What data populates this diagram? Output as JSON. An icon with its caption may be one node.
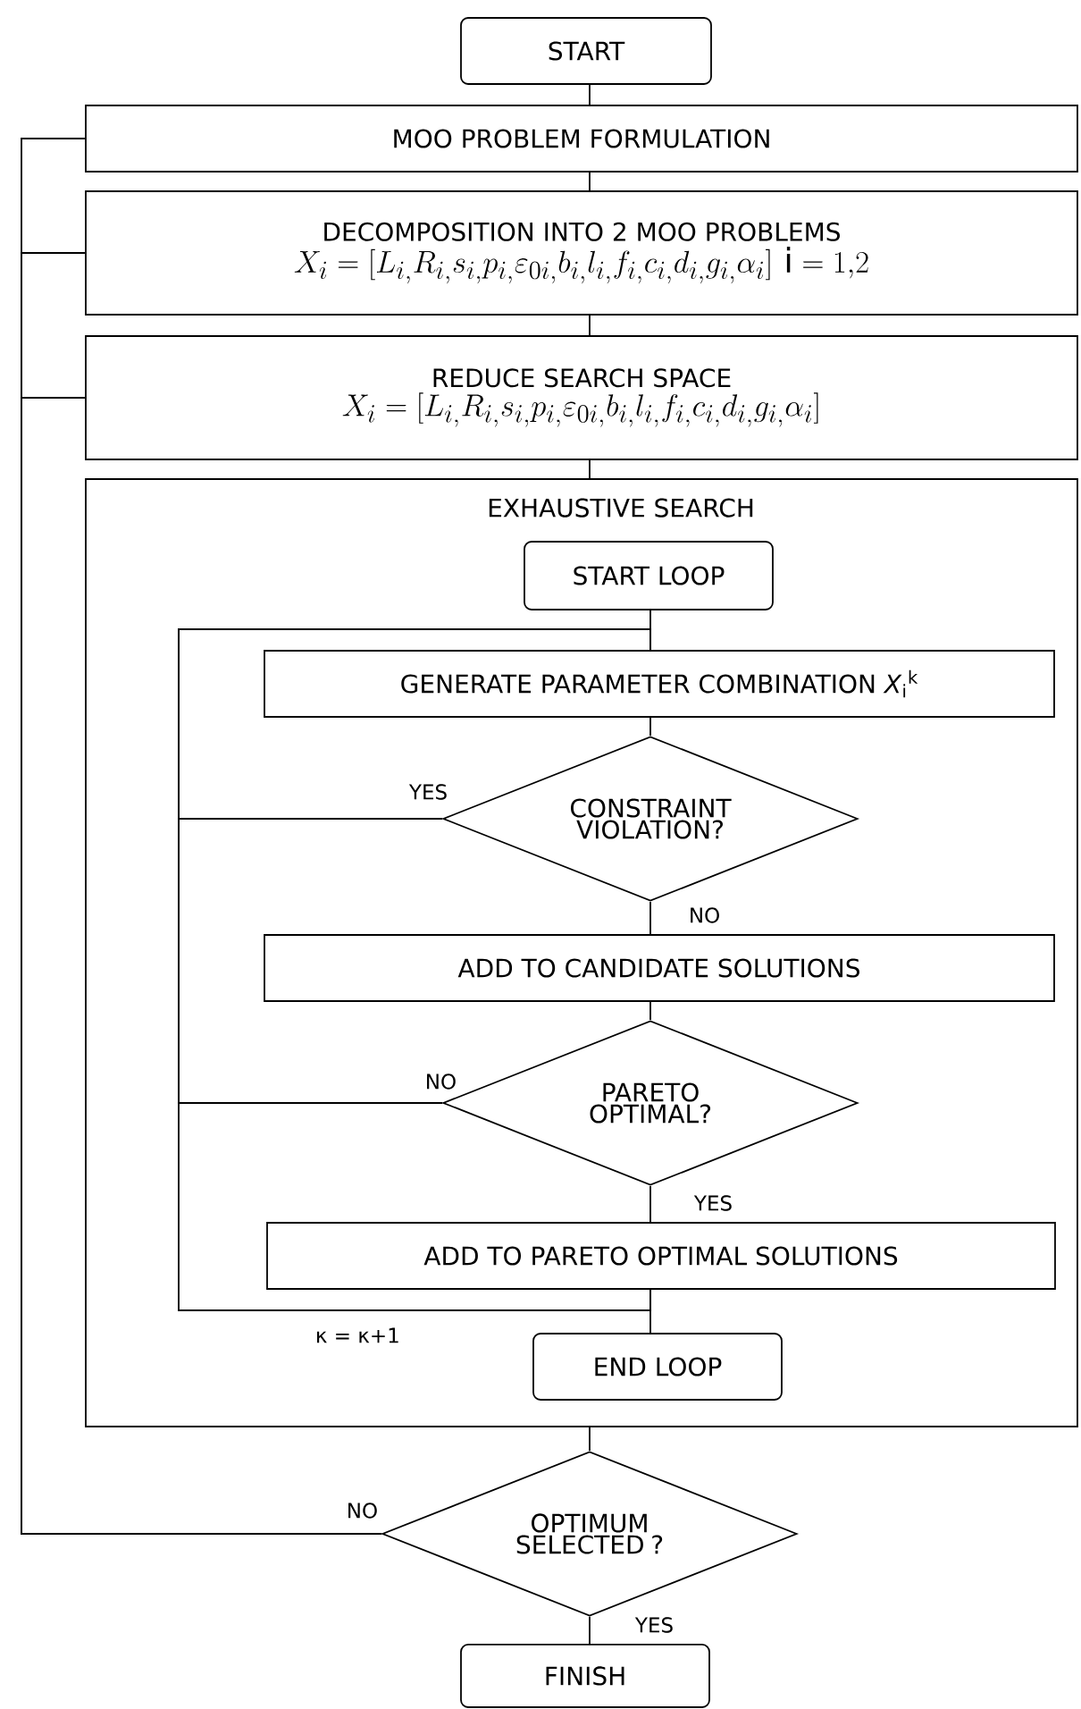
{
  "diagram": {
    "nodes": [
      {
        "text": [
          "START"
        ]
      },
      {
        "text": [
          "MOO PROBLEM FORMULATION"
        ]
      },
      {
        "text": [
          "DECOMPOSITION INTO 2 MOO PROBLEMS",
          "X_i = [L_{i,} R_{i,} s_{i,} p_{i,} \\varepsilon_{0i,} b_{i,} l_{i,} f_{i,} c_{i,} d_{i,} g_{i,} \\alpha_i]\\ \\mathrm{i} = 1{,}2"
        ]
      },
      {
        "text": [
          "REDUCE SEARCH SPACE",
          "X_i = [L_{i,} R_{i,} s_{i,} p_{i,} \\varepsilon_{0i,} b_{i,} l_{i,} f_{i,} c_{i,} d_{i,} g_{i,} \\alpha_i]"
        ]
      },
      {
        "text": [
          "EXHAUSTIVE SEARCH"
        ]
      },
      {
        "text": [
          "START LOOP"
        ],
        "in": 4
      },
      {
        "text": [
          "GENERATE PARAMETER COMBINATION *X*$_{i}$$^{k}$"
        ],
        "in": 4
      },
      {
        "text": [
          "CONSTRAINT VIOLATION?"
        ],
        "in": 4
      },
      {
        "text": [
          "ADD TO CANDIDATE SOLUTIONS"
        ],
        "in": 4
      },
      {
        "text": [
          "PARETO OPTIMAL?"
        ],
        "in": 4
      },
      {
        "text": [
          "ADD TO PARETO OPTIMAL SOLUTIONS"
        ],
        "in": 4
      },
      {
        "text": [
          "END LOOP"
        ],
        "in": 4
      },
      {
        "text": [
          "OPTIMUM SELECTED ?"
        ]
      },
      {
        "text": [
          "FINISH"
        ]
      }
    ],
    "edges": [
      {
        "from": 0,
        "to": 1,
        "arrow": "none"
      },
      {
        "from": 1,
        "to": 2,
        "arrow": "none"
      },
      {
        "from": 2,
        "to": 3,
        "arrow": "none"
      },
      {
        "from": 3,
        "to": 4,
        "arrow": "none"
      },
      {
        "from": 5,
        "to": 6,
        "arrow": "none"
      },
      {
        "from": 6,
        "to": 7,
        "arrow": "none"
      },
      {
        "from": 7,
        "to": 8,
        "arrow": "none",
        "label": "NO"
      },
      {
        "from": 8,
        "to": 9,
        "arrow": "none"
      },
      {
        "from": 9,
        "to": 10,
        "arrow": "none",
        "label": "YES"
      },
      {
        "from": 10,
        "to": 11,
        "arrow": "none"
      },
      {
        "from": 7,
        "to": 6,
        "arrow": "none",
        "label": "YES"
      },
      {
        "from": 9,
        "to": 6,
        "arrow": "none",
        "label": "NO"
      },
      {
        "from": 10,
        "to": 6,
        "arrow": "none",
        "label": "κ = κ+1"
      },
      {
        "from": 4,
        "to": 12,
        "arrow": "none"
      },
      {
        "from": 12,
        "to": 13,
        "arrow": "none",
        "label": "YES"
      },
      {
        "from": 12,
        "to": 1,
        "arrow": "none",
        "label": "NO"
      },
      {
        "from": 12,
        "to": 2,
        "arrow": "none"
      },
      {
        "from": 12,
        "to": 3,
        "arrow": "none"
      }
    ]
  }
}
